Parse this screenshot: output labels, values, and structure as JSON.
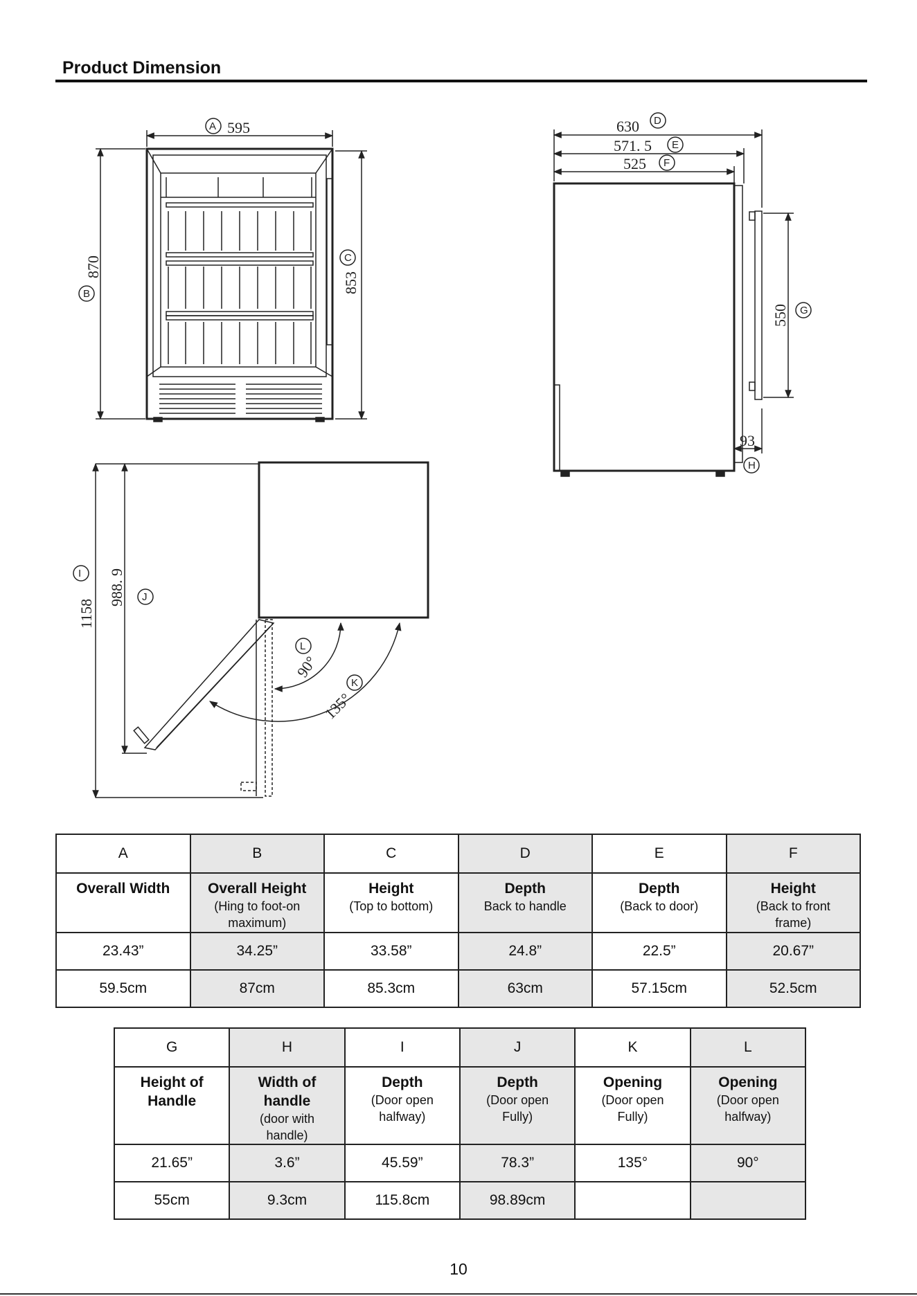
{
  "header": {
    "title": "Product Dimension"
  },
  "diagram": {
    "front": {
      "width_label": "595",
      "width_letter": "A",
      "height_label": "870",
      "height_letter": "B",
      "inner_height_label": "853",
      "inner_height_letter": "C"
    },
    "side": {
      "d_label": "630",
      "d_letter": "D",
      "e_label": "571. 5",
      "e_letter": "E",
      "f_label": "525",
      "f_letter": "F",
      "g_label": "550",
      "g_letter": "G",
      "h_label": "93",
      "h_letter": "H"
    },
    "top": {
      "i_label": "1158",
      "i_letter": "I",
      "j_label": "988. 9",
      "j_letter": "J",
      "k_label": "135°",
      "k_letter": "K",
      "l_label": "90°",
      "l_letter": "L"
    }
  },
  "table1": {
    "rows": [
      {
        "letter": "A",
        "title": "Overall Width",
        "sub": "",
        "inch": "23.43”",
        "cm": "59.5cm",
        "shade": false
      },
      {
        "letter": "B",
        "title": "Overall Height",
        "sub": "(Hing to foot-on maximum)",
        "inch": "34.25”",
        "cm": "87cm",
        "shade": true
      },
      {
        "letter": "C",
        "title": "Height",
        "sub": "(Top to bottom)",
        "inch": "33.58”",
        "cm": "85.3cm",
        "shade": false
      },
      {
        "letter": "D",
        "title": "Depth",
        "sub": "Back to handle",
        "inch": "24.8”",
        "cm": "63cm",
        "shade": true
      },
      {
        "letter": "E",
        "title": "Depth",
        "sub": "(Back to door)",
        "inch": "22.5”",
        "cm": "57.15cm",
        "shade": false
      },
      {
        "letter": "F",
        "title": "Height",
        "sub": "(Back to front frame)",
        "inch": "20.67”",
        "cm": "52.5cm",
        "shade": true
      }
    ]
  },
  "table2": {
    "rows": [
      {
        "letter": "G",
        "title": "Height of Handle",
        "sub": "",
        "inch": "21.65”",
        "cm": "55cm",
        "shade": false
      },
      {
        "letter": "H",
        "title": "Width of handle",
        "sub": "(door with handle)",
        "inch": "3.6”",
        "cm": "9.3cm",
        "shade": true
      },
      {
        "letter": "I",
        "title": "Depth",
        "sub": "(Door open halfway)",
        "inch": "45.59”",
        "cm": "115.8cm",
        "shade": false
      },
      {
        "letter": "J",
        "title": "Depth",
        "sub": "(Door open Fully)",
        "inch": "78.3”",
        "cm": "98.89cm",
        "shade": true
      },
      {
        "letter": "K",
        "title": "Opening",
        "sub": "(Door open Fully)",
        "inch": "135°",
        "cm": "",
        "shade": false
      },
      {
        "letter": "L",
        "title": "Opening",
        "sub": "(Door open halfway)",
        "inch": "90°",
        "cm": "",
        "shade": true
      }
    ]
  },
  "footer": {
    "page_number": "10"
  }
}
